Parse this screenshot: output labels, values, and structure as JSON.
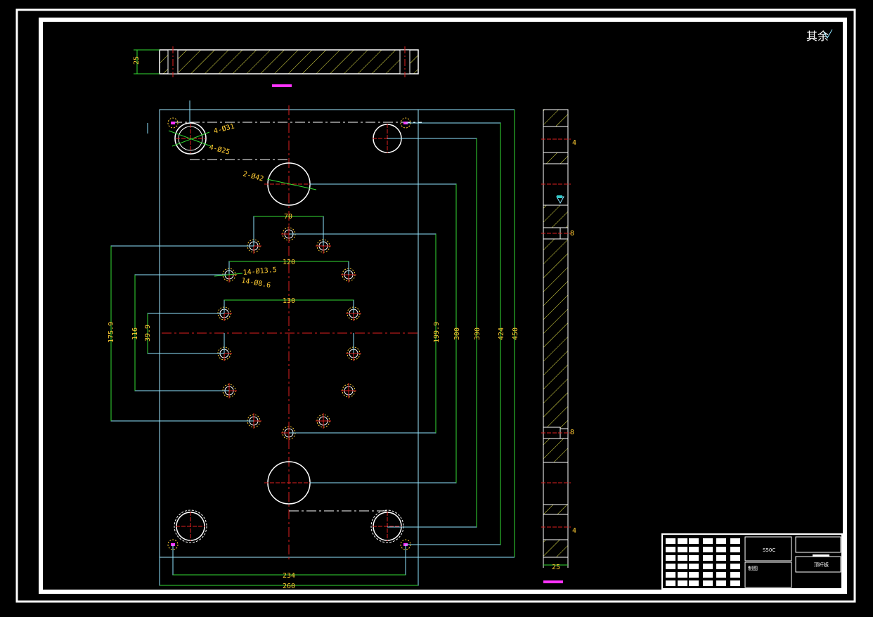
{
  "corner_note": "其余",
  "title_block": {
    "material": "S50C",
    "drawing_name": "顶杆板",
    "maker_label": "制图"
  },
  "colors": {
    "background": "#000000",
    "outline": "#ffffff",
    "part_edge": "#a0e8ff",
    "centerline": "#e02020",
    "dimension": "#33dd33",
    "leader": "#8fe4ff",
    "dim_text": "#ffcc33",
    "hatch": "#e8e84a",
    "marker": "#ff33ff"
  },
  "dimensions": {
    "top_view_thickness": "25",
    "side_view_thickness": "25",
    "width_total": "260",
    "width_holes": "234",
    "height_1": "450",
    "height_2": "424",
    "height_3": "390",
    "height_4": "300",
    "height_5": "199.9",
    "left_1": "175.9",
    "left_2": "116",
    "left_3": "39.9",
    "span_70": "70",
    "span_120": "120",
    "span_130": "130",
    "side_4_top": "4",
    "side_8_top": "8",
    "side_8_bottom": "8",
    "side_4_bottom": "4"
  },
  "hole_callouts": {
    "h_4_031": "4-Ø31",
    "h_4_025": "4-Ø25",
    "h_2_042": "2-Ø42",
    "h_14_013": "14-Ø13.5",
    "h_14_086": "14-Ø8.6"
  }
}
